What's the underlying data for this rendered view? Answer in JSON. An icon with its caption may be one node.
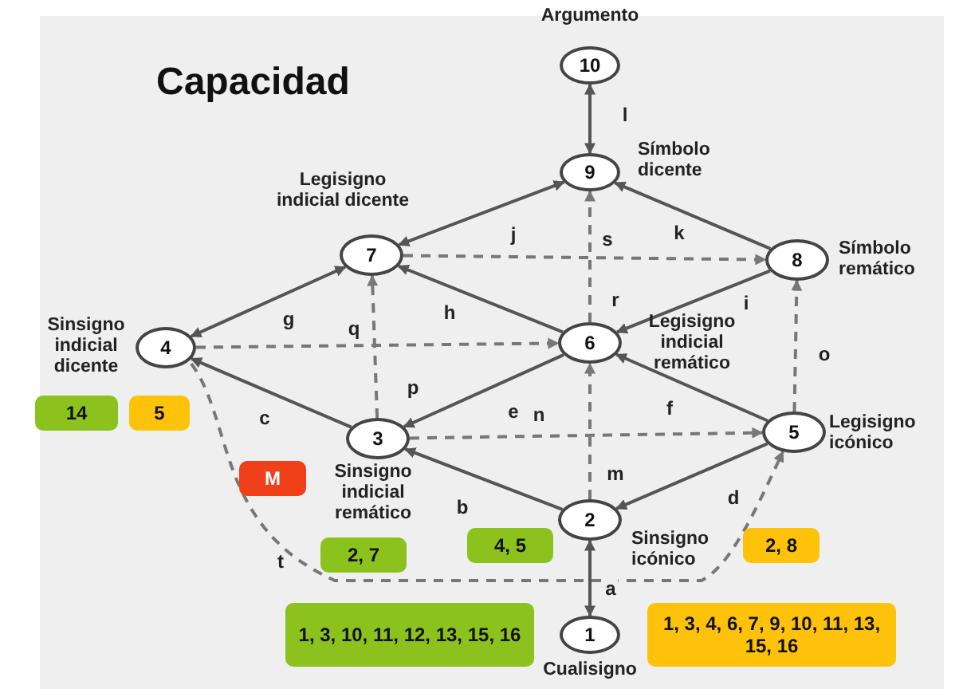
{
  "diagram": {
    "title": "Capacidad",
    "nodes": [
      {
        "text": [
          "10"
        ],
        "beside": [
          "Argumento"
        ]
      },
      {
        "text": [
          "9"
        ],
        "beside": [
          "Símbolo dicente"
        ]
      },
      {
        "text": [
          "7"
        ],
        "beside": [
          "Legisigno indicial dicente"
        ]
      },
      {
        "text": [
          "8"
        ],
        "beside": [
          "Símbolo remático"
        ]
      },
      {
        "text": [
          "4"
        ],
        "beside": [
          "Sinsigno indicial dicente"
        ]
      },
      {
        "text": [
          "6"
        ],
        "beside": [
          "Legisigno indicial remático"
        ]
      },
      {
        "text": [
          "14"
        ]
      },
      {
        "text": [
          "5"
        ]
      },
      {
        "text": [
          "3"
        ],
        "beside": [
          "Sinsigno indicial remático"
        ]
      },
      {
        "text": [
          "5"
        ],
        "beside": [
          "Legisigno icónico"
        ]
      },
      {
        "text": [
          "M"
        ]
      },
      {
        "text": [
          "2"
        ],
        "beside": [
          "Sinsigno icónico"
        ]
      },
      {
        "text": [
          "2, 7"
        ]
      },
      {
        "text": [
          "4, 5"
        ]
      },
      {
        "text": [
          "2, 8"
        ]
      },
      {
        "text": [
          "1, 3, 10, 11, 12, 13, 15, 16"
        ]
      },
      {
        "text": [
          "1"
        ],
        "beside": [
          "Cualisigno"
        ]
      },
      {
        "text": [
          "1, 3, 4, 6, 7, 9, 10, 11, 13, 15, 16"
        ]
      }
    ],
    "edges": [
      {
        "from": 11,
        "to": 16,
        "arrow": "both",
        "label": "a"
      },
      {
        "from": 11,
        "to": 8,
        "arrow": "to",
        "label": "b"
      },
      {
        "from": 8,
        "to": 4,
        "arrow": "to",
        "label": "c"
      },
      {
        "from": 9,
        "to": 11,
        "arrow": "to",
        "label": "d"
      },
      {
        "from": 5,
        "to": 8,
        "arrow": "to",
        "label": "e"
      },
      {
        "from": 9,
        "to": 5,
        "arrow": "to",
        "label": "f"
      },
      {
        "from": 4,
        "to": 2,
        "arrow": "both",
        "label": "g"
      },
      {
        "from": 5,
        "to": 2,
        "arrow": "to",
        "label": "h"
      },
      {
        "from": 3,
        "to": 5,
        "arrow": "to",
        "label": "i"
      },
      {
        "from": 2,
        "to": 1,
        "arrow": "both",
        "label": "j"
      },
      {
        "from": 3,
        "to": 1,
        "arrow": "to",
        "label": "k"
      },
      {
        "from": 1,
        "to": 0,
        "arrow": "both",
        "label": "l"
      },
      {
        "from": 11,
        "to": 5,
        "arrow": "to",
        "label": "m",
        "style": "dashed"
      },
      {
        "from": 8,
        "to": 9,
        "arrow": "to",
        "label": "n",
        "style": "dashed"
      },
      {
        "from": 9,
        "to": 3,
        "arrow": "to",
        "label": "o",
        "style": "dashed"
      },
      {
        "from": 8,
        "to": 2,
        "arrow": "to",
        "label": "p",
        "style": "dashed"
      },
      {
        "from": 4,
        "to": 5,
        "arrow": "to",
        "label": "q",
        "style": "dashed"
      },
      {
        "from": 5,
        "to": 1,
        "arrow": "to",
        "label": "r",
        "style": "dashed"
      },
      {
        "from": 2,
        "to": 3,
        "arrow": "to",
        "label": "s",
        "style": "dashed"
      },
      {
        "from": 4,
        "to": 9,
        "arrow": "to",
        "label": "t",
        "style": "dashed"
      }
    ]
  }
}
